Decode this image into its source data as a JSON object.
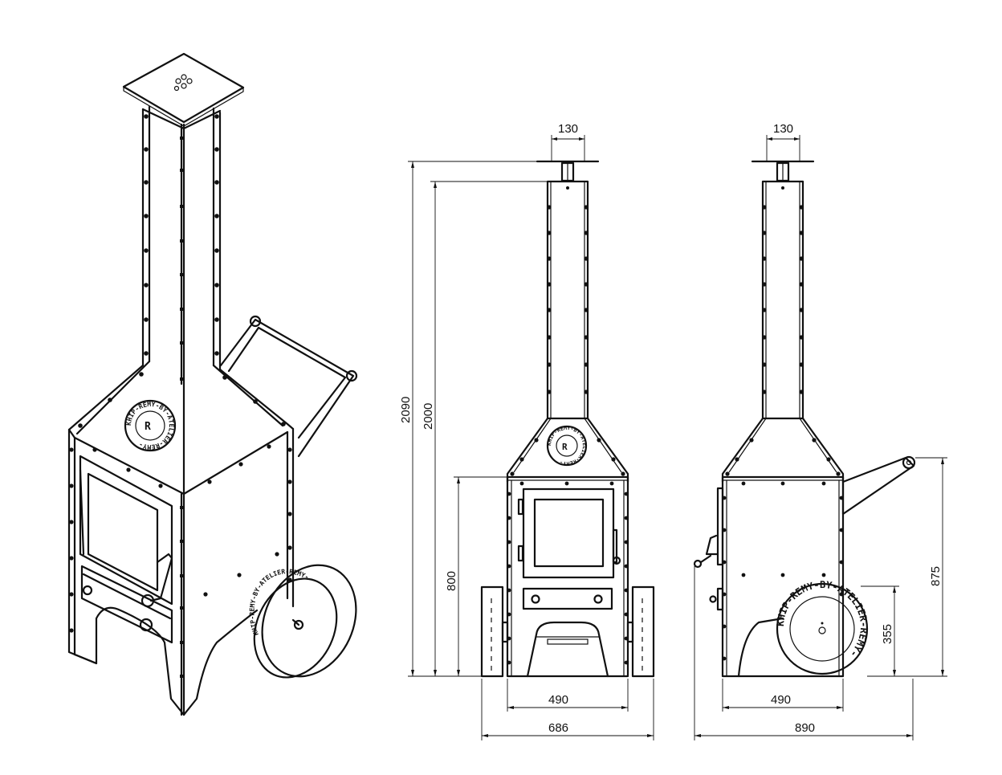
{
  "dimensions": {
    "front_pipe_width": "130",
    "side_pipe_width": "130",
    "front_total_height": "2090",
    "front_pipe_top_height": "2000",
    "front_body_height": "800",
    "front_body_width": "490",
    "front_overall_width": "686",
    "side_body_width": "490",
    "side_overall_width": "890",
    "side_handle_height": "875",
    "side_wheel_height": "355"
  },
  "seal_text": "KHIP-REMY-BY-ATELIER-REMY-",
  "colors": {
    "line": "#111111",
    "background": "#ffffff"
  }
}
